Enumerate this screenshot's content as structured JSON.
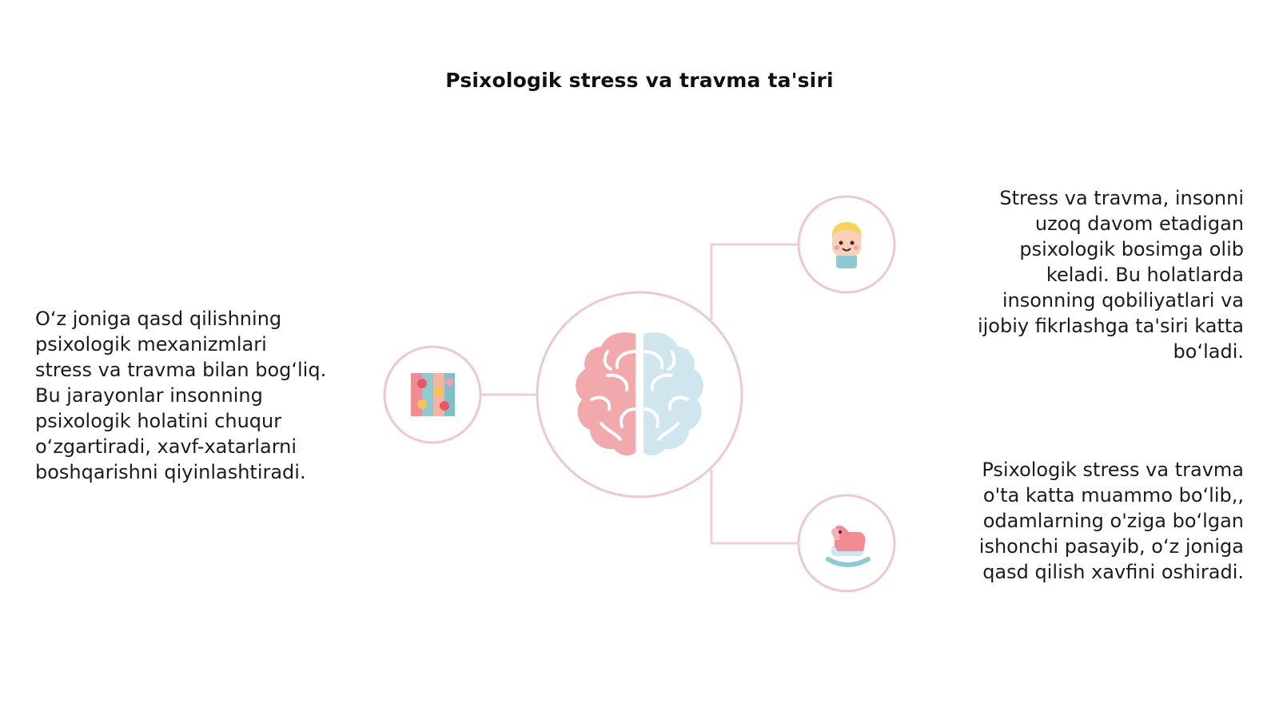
{
  "title": "Psixologik stress va travma ta'siri",
  "central": {
    "icon": "brain-icon"
  },
  "nodes": [
    {
      "id": "left",
      "icon": "puzzle-icon",
      "text": "O‘z joniga qasd qilishning\npsixologik mexanizmlari\nstress va travma bilan bog‘liq.\nBu jarayonlar insonning\npsixologik holatini chuqur\no‘zgartiradi, xavf-xatarlarni\nboshqarishni qiyinlashtiradi."
    },
    {
      "id": "top-right",
      "icon": "child-face-icon",
      "text": "Stress va travma, insonni\nuzoq davom etadigan\npsixologik bosimga olib\nkeladi. Bu holatlarda\ninsonning qobiliyatlari va\nijobiy fikrlashga ta'siri katta\nbo‘ladi."
    },
    {
      "id": "bottom-right",
      "icon": "rocking-horse-icon",
      "text": "Psixologik stress va travma\no'ta katta muammo bo‘lib,,\nodamlarning o'ziga bo‘lgan\nishonchi pasayib, o‘z joniga\nqasd qilish xavfini oshiradi."
    }
  ],
  "colors": {
    "ring": "#eec9c9",
    "line": "#efcfcf",
    "brain_left": "#f2a9ab",
    "brain_right": "#cfe6ee",
    "text": "#1c1c1c"
  }
}
